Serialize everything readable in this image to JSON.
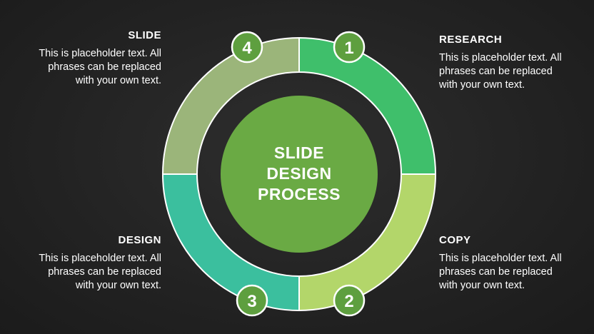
{
  "center": {
    "lines": [
      "SLIDE",
      "DESIGN",
      "PROCESS"
    ]
  },
  "steps": [
    {
      "number": "1",
      "title": "RESEARCH",
      "text": "This is placeholder text. All phrases can be replaced with your own text.",
      "color": "#3fbf6b"
    },
    {
      "number": "2",
      "title": "COPY",
      "text": "This is placeholder text. All phrases can be replaced with your own text.",
      "color": "#b3d66a"
    },
    {
      "number": "3",
      "title": "DESIGN",
      "text": "This is placeholder text. All phrases can be replaced with your own text.",
      "color": "#3bbf9e"
    },
    {
      "number": "4",
      "title": "SLIDE",
      "text": "This is placeholder text. All phrases can be replaced with your own text.",
      "color": "#9bb57a"
    }
  ],
  "colors": {
    "center": "#6aaa44",
    "badge": "#5e9f3f",
    "background": "#262626",
    "ring_border": "#ffffff"
  }
}
